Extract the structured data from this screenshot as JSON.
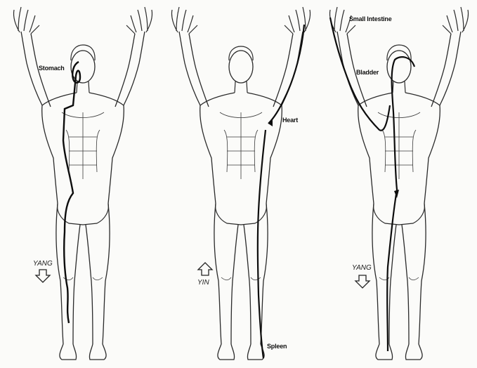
{
  "figures": [
    {
      "meridian_label": "Stomach",
      "direction_label": "YANG",
      "direction_arrow": "down-arrow"
    },
    {
      "meridian_label_top": "Heart",
      "meridian_label_bottom": "Spleen",
      "direction_label": "YIN",
      "direction_arrow": "up-arrow"
    },
    {
      "meridian_label_top": "Small Intestine",
      "meridian_label_mid": "Bladder",
      "direction_label": "YANG",
      "direction_arrow": "down-arrow"
    }
  ],
  "colors": {
    "outline": "#2a2a2a",
    "meridian": "#0d0d0d",
    "background": "#fbfbf9"
  }
}
